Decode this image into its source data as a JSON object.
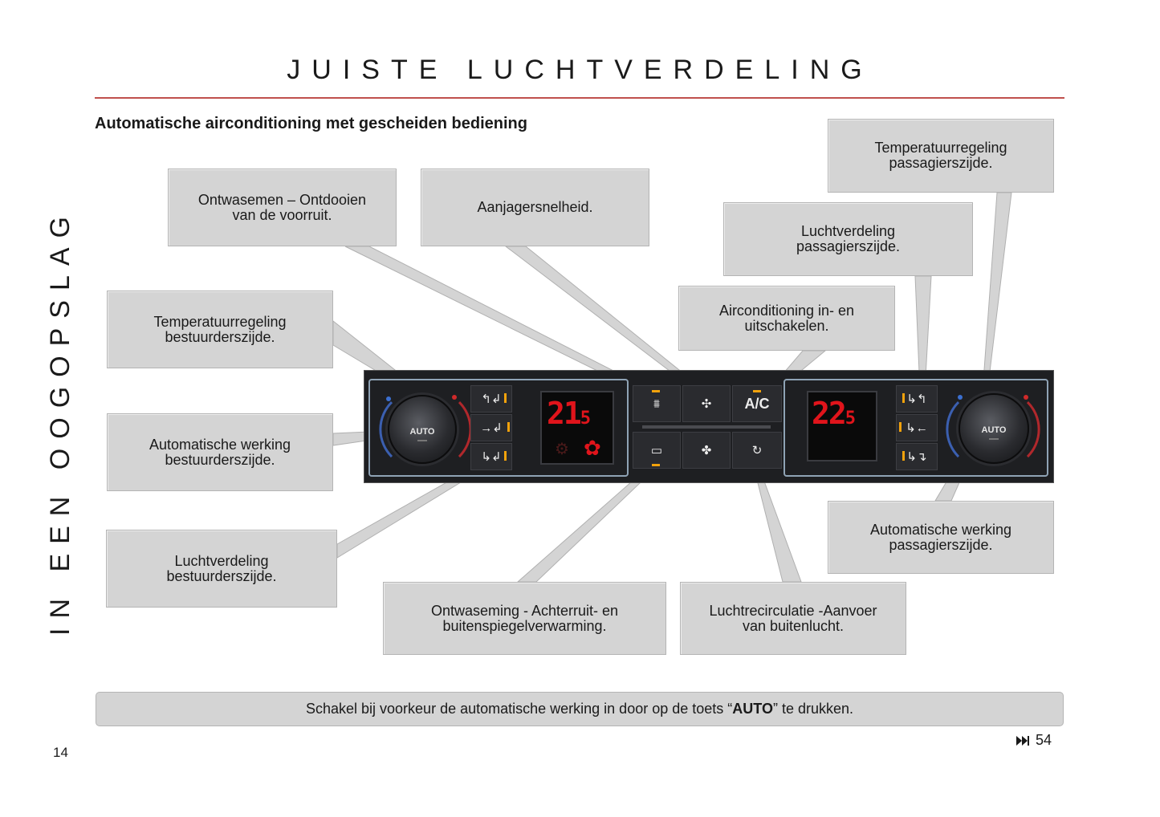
{
  "page": {
    "title": "JUISTE LUCHTVERDELING",
    "side_label": "IN EEN OOGOPSLAG",
    "section_heading": "Automatische airconditioning met gescheiden bediening",
    "page_number": "14",
    "next_page_ref": "54",
    "next_icon": "fast-forward-icon"
  },
  "callouts": {
    "defrost_front": {
      "line1": "Ontwasemen – Ontdooien",
      "line2": "van de voorruit."
    },
    "fan_speed": {
      "line1": "Aanjagersnelheid."
    },
    "temp_passenger": {
      "line1": "Temperatuurregeling",
      "line2": "passagierszijde."
    },
    "air_dist_passenger": {
      "line1": "Luchtverdeling",
      "line2": "passagierszijde."
    },
    "ac_toggle": {
      "line1": "Airconditioning in- en",
      "line2": "uitschakelen."
    },
    "temp_driver": {
      "line1": "Temperatuurregeling",
      "line2": "bestuurderszijde."
    },
    "auto_driver": {
      "line1": "Automatische werking",
      "line2": "bestuurderszijde."
    },
    "air_dist_driver": {
      "line1": "Luchtverdeling",
      "line2": "bestuurderszijde."
    },
    "rear_defrost": {
      "line1": "Ontwaseming - Achterruit- en",
      "line2": "buitenspiegelverwarming."
    },
    "recirculation": {
      "line1": "Luchtrecirculatie -Aanvoer",
      "line2": "van buitenlucht."
    },
    "auto_passenger": {
      "line1": "Automatische werking",
      "line2": "passagierszijde."
    }
  },
  "panel": {
    "driver_temp_display": "21",
    "driver_temp_decimal": "5",
    "passenger_temp_display": "22",
    "passenger_temp_decimal": "5",
    "driver_knob_label": "AUTO",
    "passenger_knob_label": "AUTO",
    "ac_label": "A/C",
    "led_color": "#f2a20c",
    "display_color": "#e0141b",
    "icons": [
      "windshield-defrost-icon",
      "fan-speed-icon",
      "rear-defrost-icon",
      "fan-icon",
      "recirculation-icon",
      "airflow-vent-icon"
    ]
  },
  "footer": {
    "note_before": "Schakel bij voorkeur de automatische werking in door op de toets “",
    "note_bold": "AUTO",
    "note_after": "” te drukken."
  }
}
